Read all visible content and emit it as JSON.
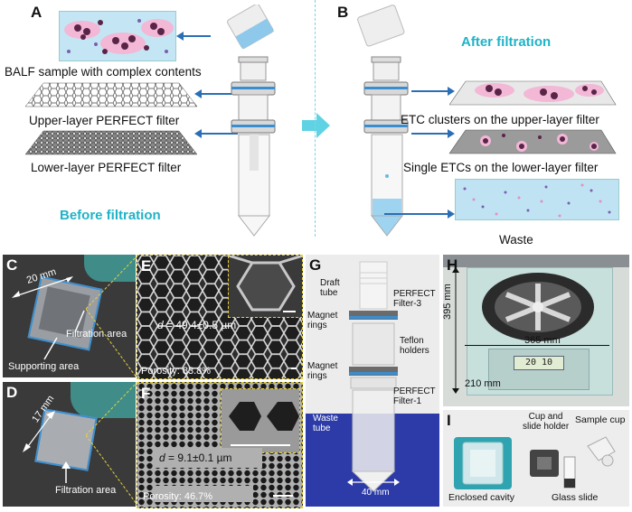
{
  "panels": {
    "A": "A",
    "B": "B",
    "C": "C",
    "D": "D",
    "E": "E",
    "F": "F",
    "G": "G",
    "H": "H",
    "I": "I"
  },
  "top": {
    "balf": "BALF sample with complex contents",
    "upper": "Upper-layer PERFECT filter",
    "lower": "Lower-layer PERFECT filter",
    "before": "Before filtration",
    "after": "After filtration",
    "etc_clusters": "ETC clusters on the upper-layer filter",
    "single_etcs": "Single ETCs on the lower-layer filter",
    "waste": "Waste"
  },
  "c": {
    "size": "20 mm",
    "filtration": "Filtration area",
    "supporting": "Supporting area"
  },
  "d": {
    "size": "17 mm",
    "filtration": "Filtration area"
  },
  "e": {
    "d_label": "d",
    "d_value": " = 49.4±0.5 µm",
    "porosity": "Porosity: 83.8%"
  },
  "f": {
    "d_label": "d",
    "d_value": " = 9.1±0.1 µm",
    "porosity": "Porosity: 46.7%"
  },
  "g": {
    "draft1": "Draft",
    "draft2": "tube",
    "magnet1a": "Magnet",
    "magnet1b": "rings",
    "magnet2a": "Magnet",
    "magnet2b": "rings",
    "perf3a": "PERFECT",
    "perf3b": "Filter-3",
    "teflon1": "Teflon",
    "teflon2": "holders",
    "perf1a": "PERFECT",
    "perf1b": "Filter-1",
    "waste1": "Waste",
    "waste2": "tube",
    "width": "40 mm"
  },
  "h": {
    "height": "395 mm",
    "width": "365 mm",
    "depth": "210 mm",
    "display": "20 10"
  },
  "i": {
    "cup_holder1": "Cup and",
    "cup_holder2": "slide holder",
    "sample_cup": "Sample cup",
    "enclosed": "Enclosed cavity",
    "glass": "Glass slide"
  },
  "colors": {
    "teal": "#1fb3c7",
    "blue_arrow": "#2a6fb5",
    "yellow_dash": "#e8d23a"
  }
}
